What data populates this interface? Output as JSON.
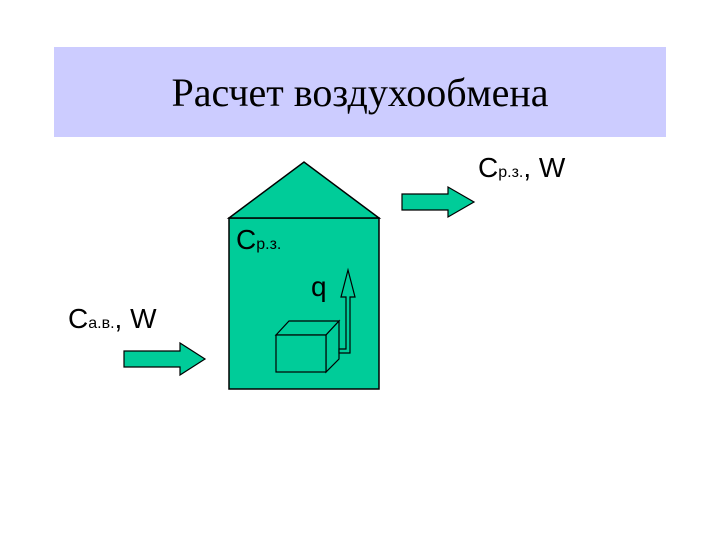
{
  "title": "Расчет воздухообмена",
  "labels": {
    "outflow": {
      "sym": "C",
      "sub": "р.з.",
      "tail": ", W"
    },
    "room": {
      "sym": "C",
      "sub": "р.з."
    },
    "heat": "q",
    "inflow": {
      "sym": "C",
      "sub": "а.в.",
      "tail": ", W"
    }
  },
  "colors": {
    "title_band": "#ccccff",
    "fill": "#00cc99",
    "stroke": "#000000"
  }
}
